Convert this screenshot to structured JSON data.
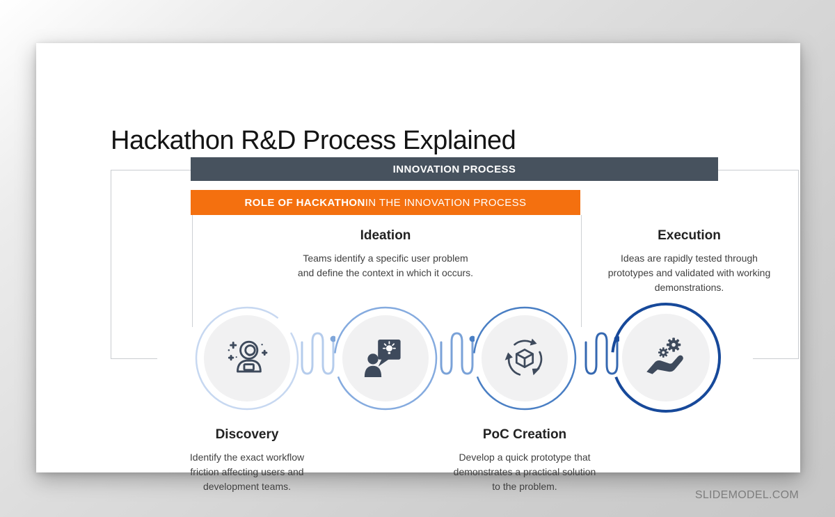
{
  "page": {
    "title": "Hackathon R&D Process Explained",
    "watermark": "SLIDEMODEL.COM"
  },
  "banners": {
    "primary": "INNOVATION PROCESS",
    "secondary_emphasis": "ROLE OF HACKATHON",
    "secondary_rest": " IN THE INNOVATION PROCESS"
  },
  "stages": [
    {
      "name": "Discovery",
      "description_lines": [
        "Identify the exact workflow",
        "friction affecting users and",
        "development teams."
      ],
      "icon": "astronaut-icon",
      "ring_color": "#c7d8f1",
      "label_position": "below"
    },
    {
      "name": "Ideation",
      "description_lines": [
        "Teams identify a specific user problem",
        "and define the context in which it occurs."
      ],
      "icon": "presenter-idea-icon",
      "ring_color": "#85abdf",
      "label_position": "above"
    },
    {
      "name": "PoC Creation",
      "description_lines": [
        "Develop a quick prototype that",
        "demonstrates a practical solution",
        "to the problem."
      ],
      "icon": "iteration-box-icon",
      "ring_color": "#4a7fc4",
      "label_position": "below"
    },
    {
      "name": "Execution",
      "description_lines": [
        "Ideas are rapidly tested through",
        "prototypes and validated with working",
        "demonstrations."
      ],
      "icon": "hand-gears-icon",
      "ring_color": "#17499a",
      "label_position": "above"
    }
  ],
  "connectors": [
    {
      "color": "#b5ccec",
      "dot_color": "#7fa6da"
    },
    {
      "color": "#7aa2d8",
      "dot_color": "#4a7fc4"
    },
    {
      "color": "#3568b1",
      "dot_color": "#1d4f9e"
    }
  ],
  "colors": {
    "banner_primary_bg": "#47525e",
    "banner_secondary_bg": "#f4700f",
    "icon_color": "#3e4a5c",
    "inner_circle_fill": "#f1f1f2"
  }
}
